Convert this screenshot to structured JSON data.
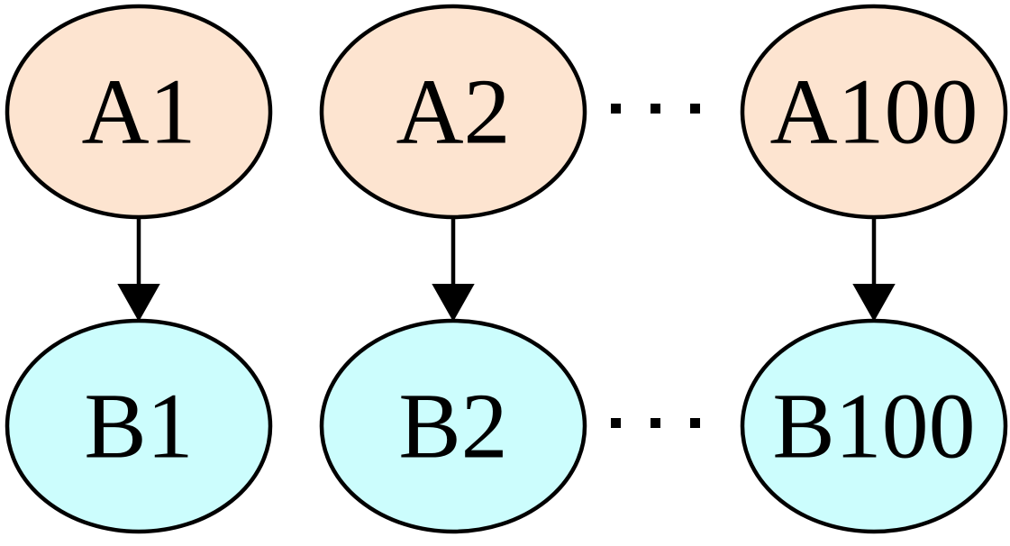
{
  "colors": {
    "top_fill": "#fde4d0",
    "bottom_fill": "#ccfdfd",
    "stroke": "#000000"
  },
  "nodes": {
    "a1": "A1",
    "a2": "A2",
    "a100": "A100",
    "b1": "B1",
    "b2": "B2",
    "b100": "B100"
  },
  "edges": [
    {
      "from": "A1",
      "to": "B1"
    },
    {
      "from": "A2",
      "to": "B2"
    },
    {
      "from": "A100",
      "to": "B100"
    }
  ],
  "ellipsis": [
    {
      "between": [
        "A2",
        "A100"
      ]
    },
    {
      "between": [
        "B2",
        "B100"
      ]
    }
  ]
}
